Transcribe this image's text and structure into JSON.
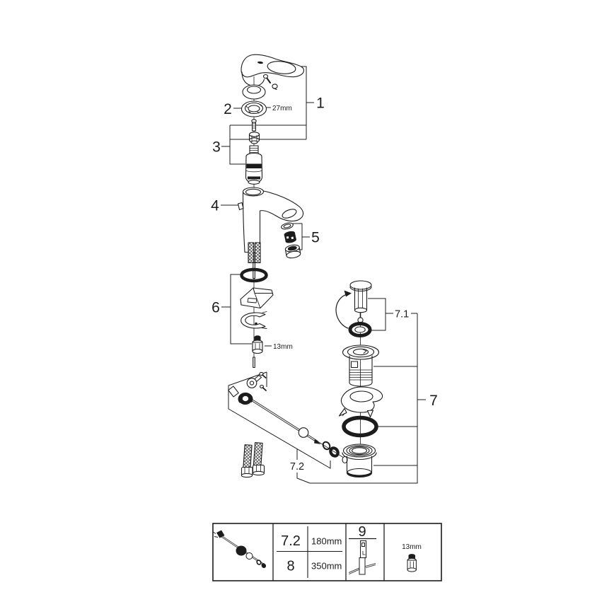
{
  "colors": {
    "line": "#1c1c1c",
    "background": "#ffffff"
  },
  "callouts": {
    "handle_group": "1",
    "mounting_ring": "2",
    "cartridge_group": "3",
    "body": "4",
    "aerator_group": "5",
    "fixing_group": "6",
    "waste_group": "7",
    "plug_group": "7.1",
    "rod_group": "7.2"
  },
  "dimensions": {
    "ring_size": "27mm",
    "nut_size": "13mm"
  },
  "parts_table": {
    "rod_rows": [
      {
        "ref": "7.2",
        "length": "180mm"
      },
      {
        "ref": "8",
        "length": "350mm"
      }
    ],
    "tool_ref": "9",
    "socket_size": "13mm"
  }
}
